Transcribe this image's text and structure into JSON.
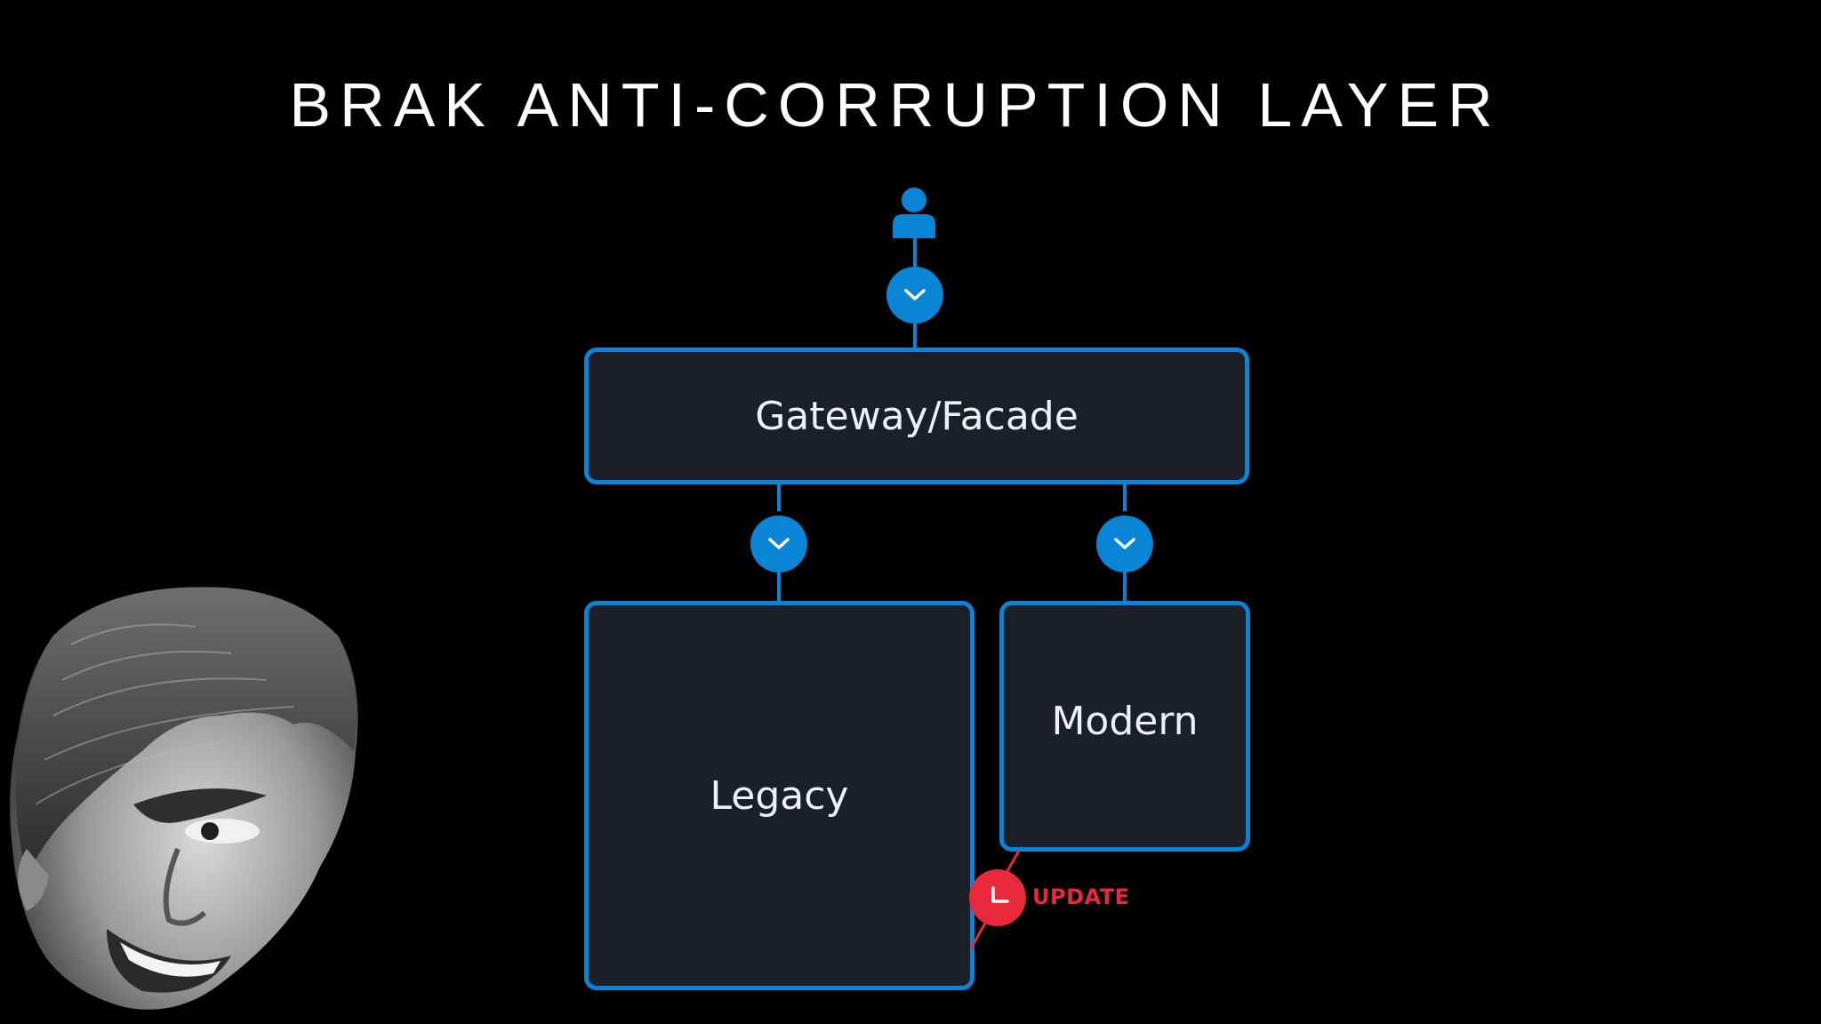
{
  "slide": {
    "title": "BRAK ANTI-CORRUPTION LAYER"
  },
  "diagram": {
    "nodes": {
      "gateway": "Gateway/Facade",
      "legacy": "Legacy",
      "modern": "Modern"
    },
    "update_label": "UPDATE",
    "colors": {
      "accent_blue": "#0a84d4",
      "update_red": "#e8293b",
      "box_fill": "#1c1f29",
      "background": "#000000"
    },
    "icons": {
      "user": "user-icon",
      "flow": "chevron-down-icon",
      "update": "clock-icon"
    }
  }
}
